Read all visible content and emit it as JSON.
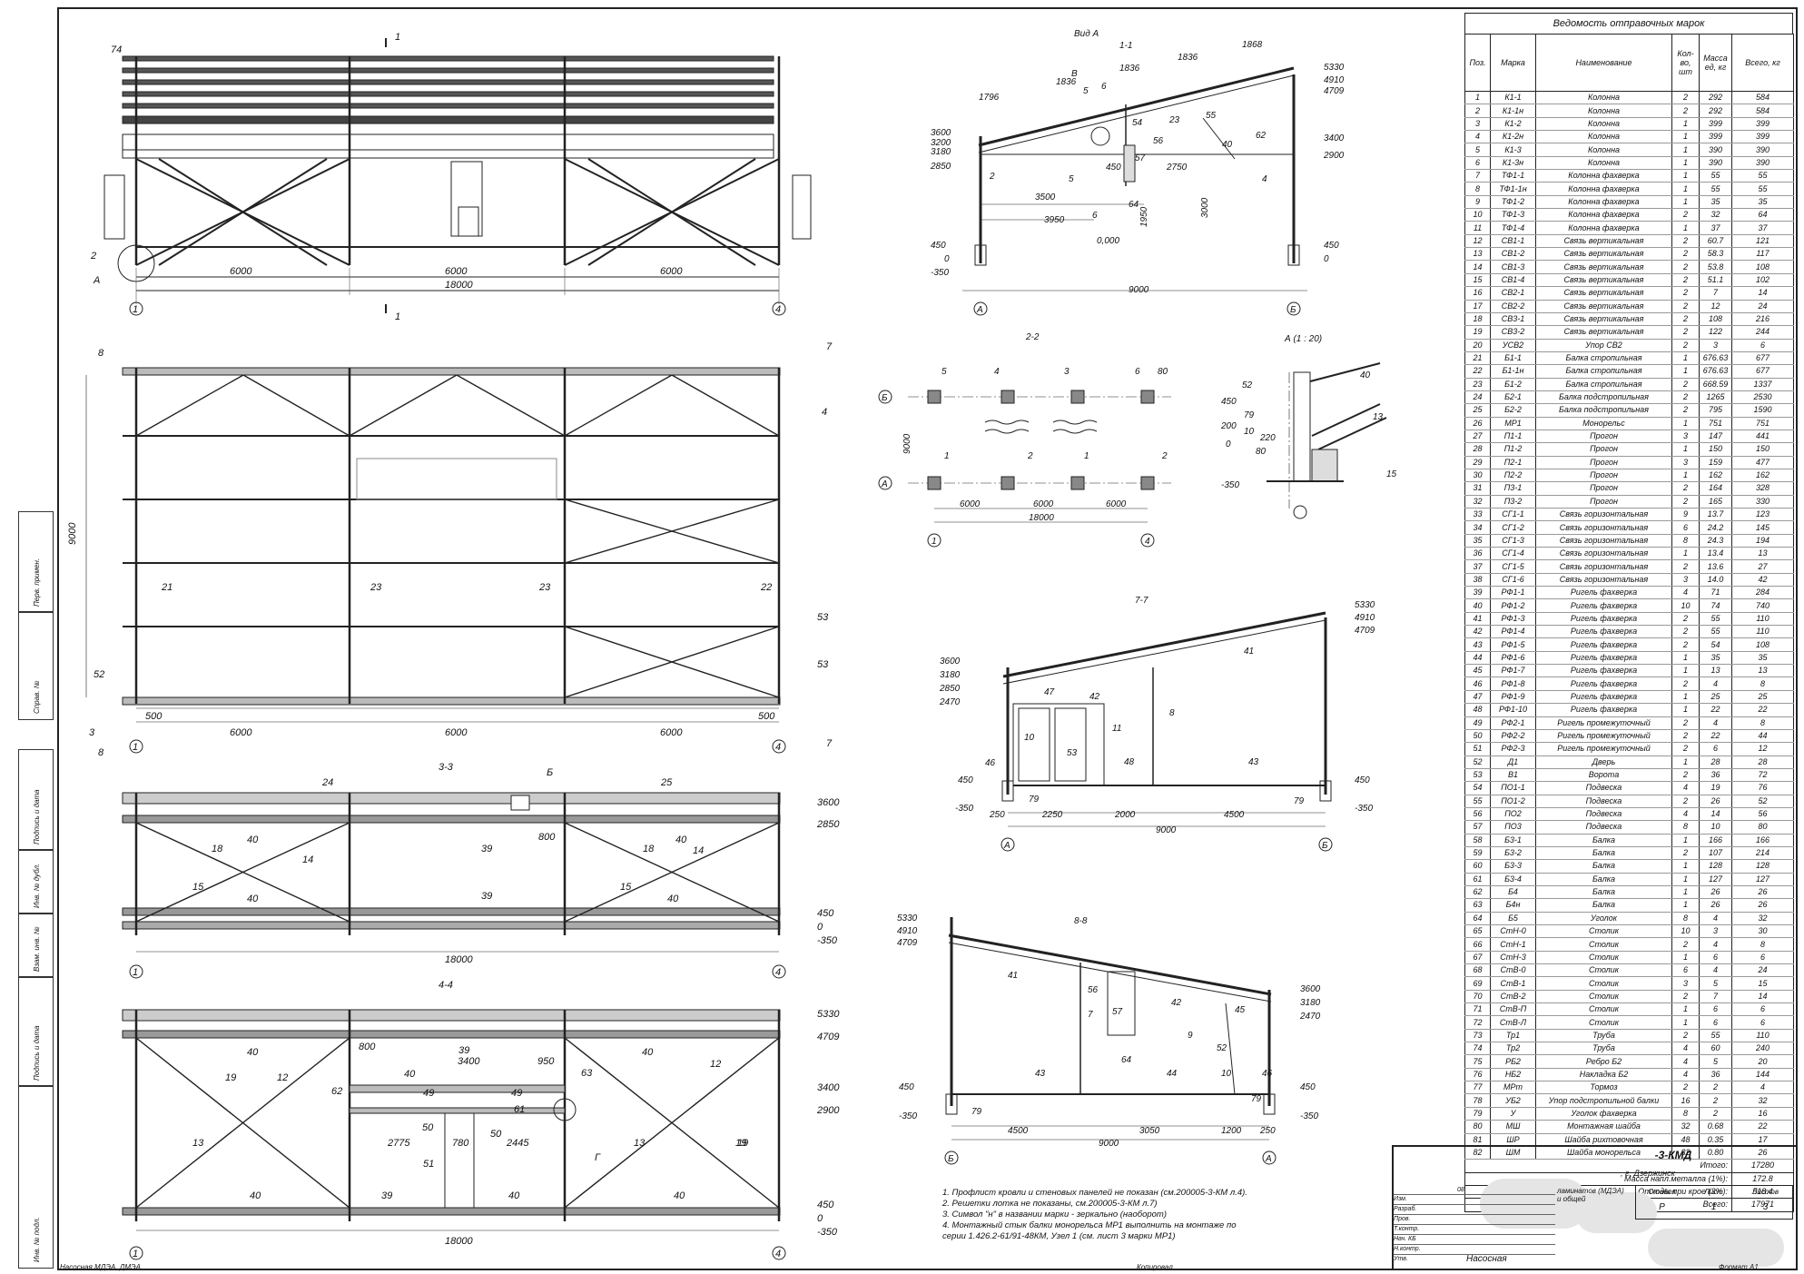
{
  "schedule": {
    "title": "Ведомость отправочных марок",
    "headers": [
      "Поз.",
      "Марка",
      "Наименование",
      "Кол-во, шт",
      "Масса ед, кг",
      "Всего, кг"
    ],
    "rows": [
      [
        "1",
        "К1-1",
        "Колонна",
        "2",
        "292",
        "584"
      ],
      [
        "2",
        "К1-1н",
        "Колонна",
        "2",
        "292",
        "584"
      ],
      [
        "3",
        "К1-2",
        "Колонна",
        "1",
        "399",
        "399"
      ],
      [
        "4",
        "К1-2н",
        "Колонна",
        "1",
        "399",
        "399"
      ],
      [
        "5",
        "К1-3",
        "Колонна",
        "1",
        "390",
        "390"
      ],
      [
        "6",
        "К1-3н",
        "Колонна",
        "1",
        "390",
        "390"
      ],
      [
        "7",
        "ТФ1-1",
        "Колонна фахверка",
        "1",
        "55",
        "55"
      ],
      [
        "8",
        "ТФ1-1н",
        "Колонна фахверка",
        "1",
        "55",
        "55"
      ],
      [
        "9",
        "ТФ1-2",
        "Колонна фахверка",
        "1",
        "35",
        "35"
      ],
      [
        "10",
        "ТФ1-3",
        "Колонна фахверка",
        "2",
        "32",
        "64"
      ],
      [
        "11",
        "ТФ1-4",
        "Колонна фахверка",
        "1",
        "37",
        "37"
      ],
      [
        "12",
        "СВ1-1",
        "Связь вертикальная",
        "2",
        "60.7",
        "121"
      ],
      [
        "13",
        "СВ1-2",
        "Связь вертикальная",
        "2",
        "58.3",
        "117"
      ],
      [
        "14",
        "СВ1-3",
        "Связь вертикальная",
        "2",
        "53.8",
        "108"
      ],
      [
        "15",
        "СВ1-4",
        "Связь вертикальная",
        "2",
        "51.1",
        "102"
      ],
      [
        "16",
        "СВ2-1",
        "Связь вертикальная",
        "2",
        "7",
        "14"
      ],
      [
        "17",
        "СВ2-2",
        "Связь вертикальная",
        "2",
        "12",
        "24"
      ],
      [
        "18",
        "СВ3-1",
        "Связь вертикальная",
        "2",
        "108",
        "216"
      ],
      [
        "19",
        "СВ3-2",
        "Связь вертикальная",
        "2",
        "122",
        "244"
      ],
      [
        "20",
        "УСВ2",
        "Упор СВ2",
        "2",
        "3",
        "6"
      ],
      [
        "21",
        "Б1-1",
        "Балка стропильная",
        "1",
        "676.63",
        "677"
      ],
      [
        "22",
        "Б1-1н",
        "Балка стропильная",
        "1",
        "676.63",
        "677"
      ],
      [
        "23",
        "Б1-2",
        "Балка стропильная",
        "2",
        "668.59",
        "1337"
      ],
      [
        "24",
        "Б2-1",
        "Балка подстропильная",
        "2",
        "1265",
        "2530"
      ],
      [
        "25",
        "Б2-2",
        "Балка подстропильная",
        "2",
        "795",
        "1590"
      ],
      [
        "26",
        "МР1",
        "Монорельс",
        "1",
        "751",
        "751"
      ],
      [
        "27",
        "П1-1",
        "Прогон",
        "3",
        "147",
        "441"
      ],
      [
        "28",
        "П1-2",
        "Прогон",
        "1",
        "150",
        "150"
      ],
      [
        "29",
        "П2-1",
        "Прогон",
        "3",
        "159",
        "477"
      ],
      [
        "30",
        "П2-2",
        "Прогон",
        "1",
        "162",
        "162"
      ],
      [
        "31",
        "П3-1",
        "Прогон",
        "2",
        "164",
        "328"
      ],
      [
        "32",
        "П3-2",
        "Прогон",
        "2",
        "165",
        "330"
      ],
      [
        "33",
        "СГ1-1",
        "Связь горизонтальная",
        "9",
        "13.7",
        "123"
      ],
      [
        "34",
        "СГ1-2",
        "Связь горизонтальная",
        "6",
        "24.2",
        "145"
      ],
      [
        "35",
        "СГ1-3",
        "Связь горизонтальная",
        "8",
        "24.3",
        "194"
      ],
      [
        "36",
        "СГ1-4",
        "Связь горизонтальная",
        "1",
        "13.4",
        "13"
      ],
      [
        "37",
        "СГ1-5",
        "Связь горизонтальная",
        "2",
        "13.6",
        "27"
      ],
      [
        "38",
        "СГ1-6",
        "Связь горизонтальная",
        "3",
        "14.0",
        "42"
      ],
      [
        "39",
        "РФ1-1",
        "Ригель фахверка",
        "4",
        "71",
        "284"
      ],
      [
        "40",
        "РФ1-2",
        "Ригель фахверка",
        "10",
        "74",
        "740"
      ],
      [
        "41",
        "РФ1-3",
        "Ригель фахверка",
        "2",
        "55",
        "110"
      ],
      [
        "42",
        "РФ1-4",
        "Ригель фахверка",
        "2",
        "55",
        "110"
      ],
      [
        "43",
        "РФ1-5",
        "Ригель фахверка",
        "2",
        "54",
        "108"
      ],
      [
        "44",
        "РФ1-6",
        "Ригель фахверка",
        "1",
        "35",
        "35"
      ],
      [
        "45",
        "РФ1-7",
        "Ригель фахверка",
        "1",
        "13",
        "13"
      ],
      [
        "46",
        "РФ1-8",
        "Ригель фахверка",
        "2",
        "4",
        "8"
      ],
      [
        "47",
        "РФ1-9",
        "Ригель фахверка",
        "1",
        "25",
        "25"
      ],
      [
        "48",
        "РФ1-10",
        "Ригель фахверка",
        "1",
        "22",
        "22"
      ],
      [
        "49",
        "РФ2-1",
        "Ригель промежуточный",
        "2",
        "4",
        "8"
      ],
      [
        "50",
        "РФ2-2",
        "Ригель промежуточный",
        "2",
        "22",
        "44"
      ],
      [
        "51",
        "РФ2-3",
        "Ригель промежуточный",
        "2",
        "6",
        "12"
      ],
      [
        "52",
        "Д1",
        "Дверь",
        "1",
        "28",
        "28"
      ],
      [
        "53",
        "В1",
        "Ворота",
        "2",
        "36",
        "72"
      ],
      [
        "54",
        "ПО1-1",
        "Подвеска",
        "4",
        "19",
        "76"
      ],
      [
        "55",
        "ПО1-2",
        "Подвеска",
        "2",
        "26",
        "52"
      ],
      [
        "56",
        "ПО2",
        "Подвеска",
        "4",
        "14",
        "56"
      ],
      [
        "57",
        "ПО3",
        "Подвеска",
        "8",
        "10",
        "80"
      ],
      [
        "58",
        "Б3-1",
        "Балка",
        "1",
        "166",
        "166"
      ],
      [
        "59",
        "Б3-2",
        "Балка",
        "2",
        "107",
        "214"
      ],
      [
        "60",
        "Б3-3",
        "Балка",
        "1",
        "128",
        "128"
      ],
      [
        "61",
        "Б3-4",
        "Балка",
        "1",
        "127",
        "127"
      ],
      [
        "62",
        "Б4",
        "Балка",
        "1",
        "26",
        "26"
      ],
      [
        "63",
        "Б4н",
        "Балка",
        "1",
        "26",
        "26"
      ],
      [
        "64",
        "Б5",
        "Уголок",
        "8",
        "4",
        "32"
      ],
      [
        "65",
        "СтН-0",
        "Столик",
        "10",
        "3",
        "30"
      ],
      [
        "66",
        "СтН-1",
        "Столик",
        "2",
        "4",
        "8"
      ],
      [
        "67",
        "СтН-3",
        "Столик",
        "1",
        "6",
        "6"
      ],
      [
        "68",
        "СтВ-0",
        "Столик",
        "6",
        "4",
        "24"
      ],
      [
        "69",
        "СтВ-1",
        "Столик",
        "3",
        "5",
        "15"
      ],
      [
        "70",
        "СтВ-2",
        "Столик",
        "2",
        "7",
        "14"
      ],
      [
        "71",
        "СтВ-П",
        "Столик",
        "1",
        "6",
        "6"
      ],
      [
        "72",
        "СтВ-Л",
        "Столик",
        "1",
        "6",
        "6"
      ],
      [
        "73",
        "Тр1",
        "Труба",
        "2",
        "55",
        "110"
      ],
      [
        "74",
        "Тр2",
        "Труба",
        "4",
        "60",
        "240"
      ],
      [
        "75",
        "РБ2",
        "Ребро Б2",
        "4",
        "5",
        "20"
      ],
      [
        "76",
        "НБ2",
        "Накладка Б2",
        "4",
        "36",
        "144"
      ],
      [
        "77",
        "МРт",
        "Тормоз",
        "2",
        "2",
        "4"
      ],
      [
        "78",
        "УБ2",
        "Упор подстропильной балки",
        "16",
        "2",
        "32"
      ],
      [
        "79",
        "У",
        "Уголок фахверка",
        "8",
        "2",
        "16"
      ],
      [
        "80",
        "МШ",
        "Монтажная шайба",
        "32",
        "0.68",
        "22"
      ],
      [
        "81",
        "ШР",
        "Шайба рихтовочная",
        "48",
        "0.35",
        "17"
      ],
      [
        "82",
        "ШМ",
        "Шайба монорельса",
        "32",
        "0.80",
        "26"
      ]
    ],
    "totals": [
      {
        "label": "Итого:",
        "value": "17280"
      },
      {
        "label": "Масса напл.металла (1%):",
        "value": "172.8"
      },
      {
        "label": "Отходы при крое (3%):",
        "value": "518.4"
      },
      {
        "label": "Всего:",
        "value": "17971"
      }
    ]
  },
  "views": {
    "v1_sect_marks": [
      "1",
      "1"
    ],
    "v1_dims": [
      "6000",
      "6000",
      "6000",
      "18000"
    ],
    "v1_axes": [
      "1",
      "4"
    ],
    "v1_labels": [
      "74",
      "2",
      "A"
    ],
    "view_a": "Вид А",
    "s11_title": "1-1",
    "s11_dims_top": [
      "1796",
      "1836",
      "1836",
      "1836",
      "1868"
    ],
    "s11_levels_left": [
      "3600",
      "3200",
      "3180",
      "2850",
      "450",
      "0",
      "-350"
    ],
    "s11_levels_right": [
      "5330",
      "4910",
      "4709",
      "3400",
      "2900",
      "450",
      "0"
    ],
    "s11_dims_mid": [
      "3500",
      "3950",
      "2750",
      "1950",
      "3000",
      "0,000"
    ],
    "s11_span": "9000",
    "s11_axes": [
      "А",
      "Б"
    ],
    "s11_callouts": [
      "В",
      "5",
      "6",
      "54",
      "23",
      "55",
      "56",
      "57",
      "40",
      "62",
      "2",
      "5",
      "450",
      "6",
      "64",
      "4"
    ],
    "s22_title": "2-2",
    "s22_dims": [
      "6000",
      "6000",
      "6000",
      "18000",
      "9000"
    ],
    "s22_axes": [
      "Б",
      "А",
      "1",
      "4"
    ],
    "s22_callouts": [
      "5",
      "4",
      "3",
      "6",
      "80",
      "1",
      "2",
      "1",
      "2"
    ],
    "detA_title": "А (1 : 20)",
    "detA_levels": [
      "450",
      "200",
      "0",
      "-350"
    ],
    "detA_callouts": [
      "52",
      "40",
      "79",
      "10",
      "220",
      "13",
      "80",
      "15"
    ],
    "plan_dims": [
      "500",
      "6000",
      "6000",
      "6000",
      "500",
      "9000"
    ],
    "plan_marks": [
      "8",
      "7",
      "3",
      "4",
      "8",
      "7"
    ],
    "plan_axes": [
      "1",
      "4"
    ],
    "plan_callouts": [
      "21",
      "23",
      "23",
      "22",
      "53",
      "53",
      "52"
    ],
    "s33_title": "3-3",
    "s33_levels": [
      "3600",
      "2850",
      "450",
      "0",
      "-350"
    ],
    "s33_dims": [
      "800",
      "18000"
    ],
    "s33_callouts": [
      "24",
      "25",
      "Б",
      "18",
      "14",
      "40",
      "15",
      "40",
      "39",
      "39",
      "18",
      "40",
      "14",
      "15",
      "40"
    ],
    "s33_axes": [
      "1",
      "4"
    ],
    "s44_title": "4-4",
    "s44_levels": [
      "5330",
      "4709",
      "3400",
      "2900",
      "450",
      "0",
      "-350"
    ],
    "s44_dims": [
      "800",
      "3400",
      "950",
      "2775",
      "780",
      "2445",
      "18000"
    ],
    "s44_callouts": [
      "40",
      "39",
      "40",
      "40",
      "19",
      "12",
      "62",
      "49",
      "49",
      "63",
      "61",
      "12",
      "19",
      "50",
      "50",
      "Г",
      "13",
      "51",
      "13",
      "19",
      "40",
      "39",
      "40",
      "40"
    ],
    "s44_axes": [
      "1",
      "4"
    ],
    "s77_title": "7-7",
    "s77_levels_left": [
      "3600",
      "3180",
      "2850",
      "2470",
      "450",
      "-350"
    ],
    "s77_levels_right": [
      "5330",
      "4910",
      "4709",
      "450",
      "-350"
    ],
    "s77_dims": [
      "250",
      "2250",
      "2000",
      "4500",
      "9000"
    ],
    "s77_callouts": [
      "41",
      "42",
      "47",
      "11",
      "10",
      "53",
      "8",
      "48",
      "43",
      "46",
      "79",
      "79"
    ],
    "s77_axes": [
      "А",
      "Б"
    ],
    "s88_title": "8-8",
    "s88_levels_left": [
      "5330",
      "4910",
      "4709",
      "450",
      "-350"
    ],
    "s88_levels_right": [
      "3600",
      "3180",
      "2470",
      "450",
      "-350"
    ],
    "s88_dims": [
      "4500",
      "3050",
      "1200",
      "250",
      "9000"
    ],
    "s88_callouts": [
      "41",
      "56",
      "57",
      "42",
      "45",
      "7",
      "64",
      "9",
      "52",
      "43",
      "44",
      "10",
      "46",
      "79",
      "79"
    ],
    "s88_axes": [
      "Б",
      "А"
    ]
  },
  "notes": [
    "1.   Профлист кровли и стеновых панелей не показан (см.200005-3-КМ л.4).",
    "2.   Решетки лотка не показаны, см.200005-3-КМ л.7)",
    "3.   Символ \"н\" в названии марки - зеркально (наоборот)",
    "4.   Монтажный стык балки монорельса МР1 выполнить на монтаже по",
    "      серии 1.426.2-61/91-48КМ, Узел 1 (см. лист 3 марки МР1)"
  ],
  "titleblock": {
    "code": "-3-КМД",
    "place": ", г. Дзержинск",
    "rows": [
      "Изм.",
      "Разраб.",
      "Пров.",
      "Т.контр.",
      "Нач. КБ",
      "Н.контр.",
      "Утв."
    ],
    "stage_head": [
      "Стадия",
      "Лист",
      "Листов"
    ],
    "stage_vals": [
      "Р",
      "1",
      "3"
    ],
    "obj": "Насосная",
    "frag": "ламинатов (МДЭА) и общей",
    "date": "08"
  },
  "stamps": [
    "Перв. примен.",
    "Справ. №",
    "Подпись и дата",
    "Инв. № дубл.",
    "Взам. инв. №",
    "Подпись и дата",
    "Инв. № подл."
  ],
  "footer": [
    "Насосная МДЭА, ДМЭА",
    "Копировал",
    "Формат А1"
  ]
}
